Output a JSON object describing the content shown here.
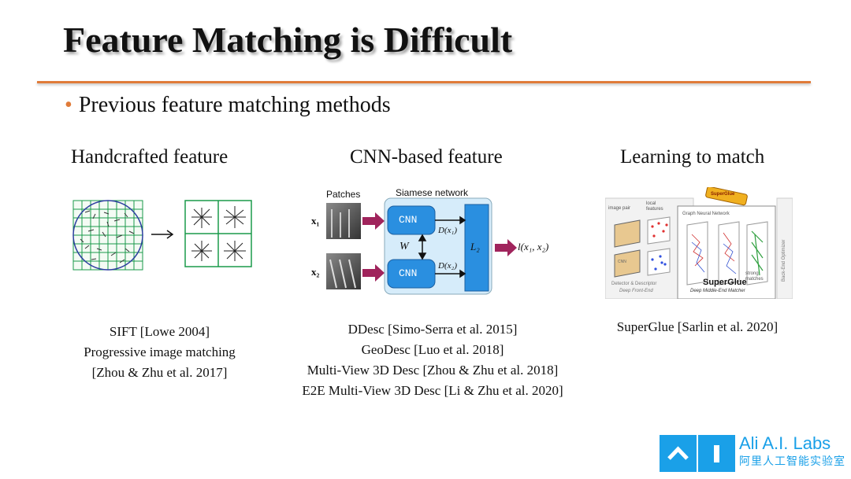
{
  "title": "Feature Matching is Difficult",
  "bullet": "Previous feature matching methods",
  "columns": [
    {
      "heading": "Handcrafted feature",
      "refs": [
        "SIFT [Lowe 2004]",
        "Progressive image matching",
        "[Zhou & Zhu et al. 2017]"
      ]
    },
    {
      "heading": "CNN-based feature",
      "figure": {
        "patches_label": "Patches",
        "network_label": "Siamese network",
        "input1": "x₁",
        "input2": "x₂",
        "cnn_label": "CNN",
        "weights_label": "W",
        "desc1": "D(x₁)",
        "desc2": "D(x₂)",
        "l2_label": "L₂",
        "loss_label": "l(x₁, x₂)"
      },
      "refs": [
        "DDesc [Simo-Serra et al. 2015]",
        "GeoDesc [Luo et al. 2018]",
        "Multi-View 3D Desc [Zhou & Zhu et al. 2018]",
        "E2E Multi-View 3D Desc [Li & Zhu et al. 2020]"
      ]
    },
    {
      "heading": "Learning to match",
      "figure": {
        "image_pair": "image pair",
        "local_features": "local features",
        "gnn": "Graph Neural Network",
        "superglue_tube": "SuperGlue",
        "backend": "Back-End Optimizer",
        "strong_matches": "strong matches",
        "detector": "Detector & Descriptor",
        "front_end": "Deep Front-End",
        "superglue": "SuperGlue",
        "middle_end": "Deep Middle-End Matcher",
        "cnn_small": "CNN"
      },
      "refs": [
        "SuperGlue [Sarlin et al. 2020]"
      ]
    }
  ],
  "logo": {
    "text": "Ali A.I. Labs",
    "sub": "阿里人工智能实验室",
    "accent": "#1aa0e8"
  },
  "colors": {
    "rule": "#e07b39",
    "network_bg": "#d6ecfa",
    "cnn_blue": "#2a8fe0",
    "arrow": "#a0245c"
  }
}
